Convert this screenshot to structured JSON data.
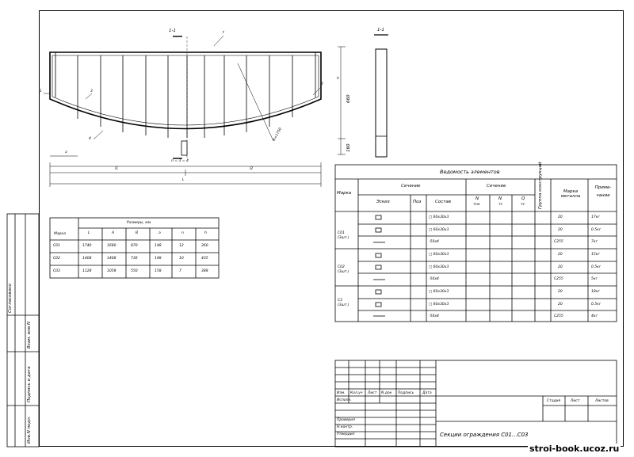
{
  "section_mark": "1-1",
  "section_view_label": "1-1",
  "callouts": {
    "c1": "1",
    "c2": "2",
    "c3": "3",
    "c4": "4"
  },
  "dims": {
    "h": "h",
    "d660": "660",
    "d160": "160",
    "a": "a",
    "l1": "l1",
    "l2": "l2",
    "L": "L",
    "t": "t",
    "r": "R=1750",
    "n": "n = 3 = 4"
  },
  "sizes_table": {
    "header_top": "Размеры, мм",
    "mark_header": "Марка",
    "columns": [
      "L",
      "A",
      "B",
      "a",
      "n",
      "h"
    ],
    "rows": [
      [
        "C01",
        "1740",
        "1680",
        "870",
        "148",
        "12",
        "360"
      ],
      [
        "C02",
        "1408",
        "1408",
        "736",
        "148",
        "10",
        "435"
      ],
      [
        "C03",
        "1128",
        "1058",
        "550",
        "158",
        "7",
        "388"
      ]
    ]
  },
  "spec_table": {
    "title": "Ведомость элементов",
    "h_mark": "Марка",
    "h_section": "Сечение",
    "h_sketch": "Эскиз",
    "h_pos": "Поз",
    "h_comp": "Состав",
    "h_section2": "Сечение",
    "h_N1": "N",
    "h_N1b": "тсм",
    "h_N2": "N",
    "h_N2b": "тс",
    "h_Q": "Q",
    "h_Qb": "тс",
    "h_group": "Группа конструкций",
    "h_metal": "Марка металла",
    "h_note": "Приме- чание",
    "groups": [
      {
        "mark": "C01",
        "sub": "(3шт.)"
      },
      {
        "mark": "C02",
        "sub": "(3шт.)"
      },
      {
        "mark": "C3",
        "sub": "(3шт.)"
      }
    ],
    "rows": [
      {
        "comp": "□ 60х30х3",
        "metal": "20",
        "note": "17кг"
      },
      {
        "comp": "□ 60х30х3",
        "metal": "20",
        "note": "0.5кг"
      },
      {
        "comp": "-50х4",
        "metal": "C255",
        "note": "7кг"
      },
      {
        "comp": "□ 60х30х3",
        "metal": "20",
        "note": "15кг"
      },
      {
        "comp": "□ 60х30х3",
        "metal": "20",
        "note": "0.5кг"
      },
      {
        "comp": "-50х4",
        "metal": "C255",
        "note": "5кг"
      },
      {
        "comp": "□ 60х30х3",
        "metal": "20",
        "note": "18кг"
      },
      {
        "comp": "□ 60х30х3",
        "metal": "20",
        "note": "0.5кг"
      },
      {
        "comp": "-50х4",
        "metal": "C255",
        "note": "4кг"
      }
    ]
  },
  "title_block": {
    "cols": [
      "Изм.",
      "Кол.уч",
      "Лист",
      "N док",
      "Подпись",
      "Дата"
    ],
    "roles": [
      "Исполн.",
      "",
      "Проверил",
      "Н.контр.",
      "Утвердил"
    ],
    "stage": "Стадия",
    "sheet": "Лист",
    "sheets": "Листов",
    "drawing_title": "Секции ограждения  C01...C03"
  },
  "side_stamp": [
    "Согласовано",
    "Взам. инв.N",
    "Подпись и дата",
    "Инв.N подл."
  ],
  "watermark": "stroi-book.ucoz.ru"
}
